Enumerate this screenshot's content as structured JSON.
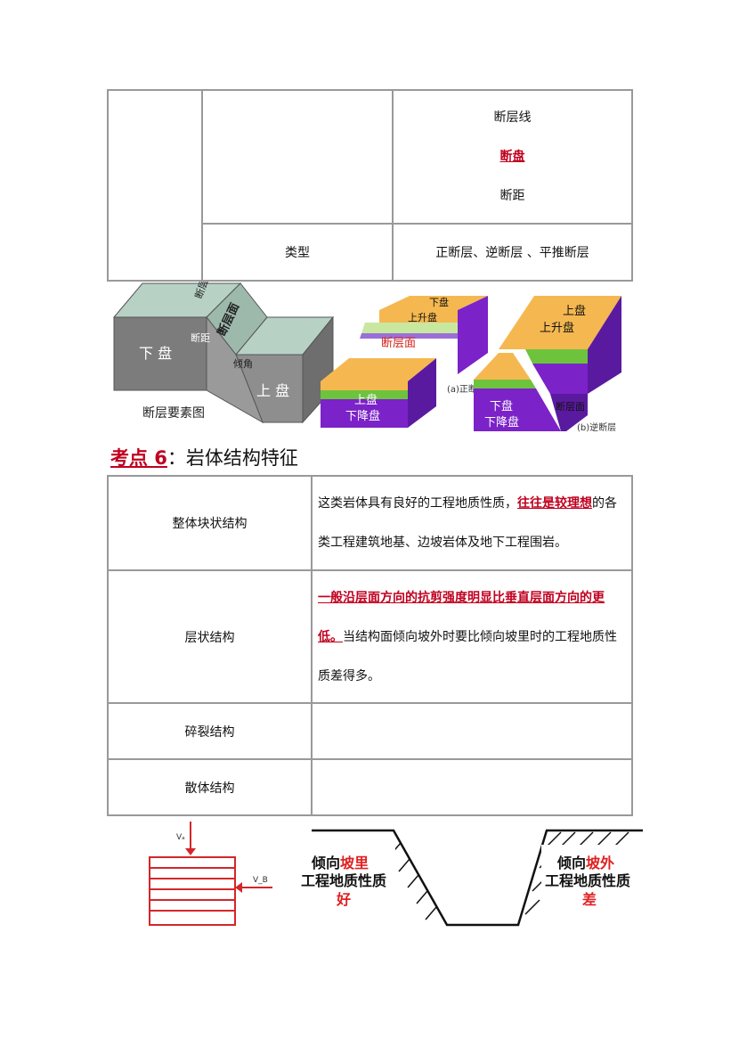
{
  "fault_table": {
    "elements": [
      "断层线",
      "断盘",
      "断距"
    ],
    "type_label": "类型",
    "type_value": "正断层、逆断层 、平推断层"
  },
  "fault_figure": {
    "caption": "断层要素图",
    "left_block": {
      "fault_line": "断层线",
      "fault_plane": "断层面",
      "throw": "断距",
      "dip": "倾角",
      "footwall": "下  盘",
      "hangingwall": "上  盘"
    },
    "normal_fault": {
      "top_label_1": "下盘",
      "top_label_2": "上升盘",
      "plane": "断层面",
      "bottom_label_1": "上盘",
      "bottom_label_2": "下降盘",
      "caption": "(a)正断"
    },
    "reverse_fault": {
      "top_label_1": "上盘",
      "top_label_2": "上升盘",
      "bottom_label_1": "下盘",
      "bottom_label_2": "下降盘",
      "plane": "断层面",
      "caption": "(b)逆断层"
    },
    "colors": {
      "orange": "#f5b850",
      "green": "#6dc43c",
      "purple": "#7b22c8",
      "gray": "#7c7c7c"
    }
  },
  "section": {
    "prefix": "考点 6",
    "title": "：岩体结构特征"
  },
  "rock_table": {
    "rows": [
      {
        "name": "整体块状结构",
        "desc_pre": "这类岩体具有良好的工程地质性质，",
        "desc_red": "往往是较理想",
        "desc_post": "的各类工程建筑地基、边坡岩体及地下工程围岩。"
      },
      {
        "name": "层状结构",
        "desc_pre": "",
        "desc_red": "一般沿层面方向的抗剪强度明显比垂直层面方向的更低。",
        "desc_post": "当结构面倾向坡外时要比倾向坡里时的工程地质性质差得多。"
      },
      {
        "name": "碎裂结构",
        "desc_pre": "",
        "desc_red": "",
        "desc_post": ""
      },
      {
        "name": "散体结构",
        "desc_pre": "",
        "desc_red": "",
        "desc_post": ""
      }
    ]
  },
  "slope_figure": {
    "va": "Vₐ",
    "vb": "V_B",
    "left_line1_a": "倾向",
    "left_line1_b": "坡里",
    "left_line2": "工程地质性质",
    "left_line3": "好",
    "right_line1_a": "倾向",
    "right_line1_b": "坡外",
    "right_line2": "工程地质性质",
    "right_line3": "差"
  }
}
